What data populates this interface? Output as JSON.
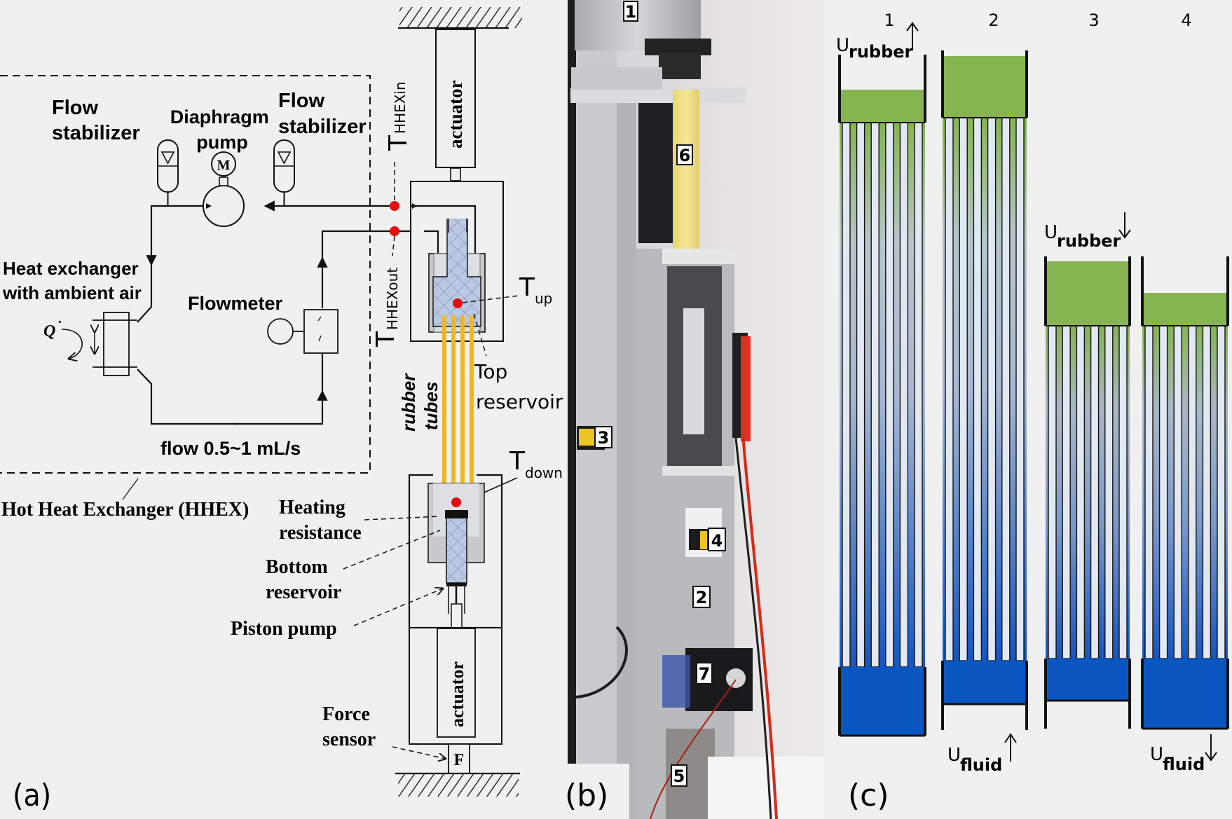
{
  "panel_a": {
    "label": "(a)",
    "flow_stabilizer_left": [
      "Flow",
      "stabilizer"
    ],
    "diaphragm_pump": [
      "Diaphragm",
      "pump"
    ],
    "flow_stabilizer_right": [
      "Flow",
      "stabilizer"
    ],
    "pump_motor_symbol": "M",
    "heat_exchanger": [
      "Heat exchanger",
      "with ambient air"
    ],
    "heat_flow_symbol": "Q",
    "flowmeter": "Flowmeter",
    "flow_rate": "flow 0.5~1 mL/s",
    "hhex": "Hot Heat Exchanger (HHEX)",
    "t_hhex_in": {
      "main": "T",
      "sub": "HHEXin"
    },
    "t_hhex_out": {
      "main": "T",
      "sub": "HHEXout"
    },
    "t_up": {
      "main": "T",
      "sub": "up"
    },
    "t_down": {
      "main": "T",
      "sub": "down"
    },
    "actuator_top": "actuator",
    "actuator_bottom": "actuator",
    "rubber_tubes": [
      "rubber",
      "tubes"
    ],
    "top_reservoir": [
      "Top",
      "reservoir"
    ],
    "heating_resistance": [
      "Heating",
      "resistance"
    ],
    "bottom_reservoir": [
      "Bottom",
      "reservoir"
    ],
    "piston_pump": "Piston pump",
    "force_sensor": [
      "Force",
      "sensor"
    ],
    "force_symbol": "F"
  },
  "panel_b": {
    "label": "(b)",
    "markers": [
      "1",
      "2",
      "3",
      "4",
      "5",
      "6",
      "7"
    ]
  },
  "panel_c": {
    "label": "(c)",
    "stage_numbers": [
      "1",
      "2",
      "3",
      "4"
    ],
    "u_rubber_up": {
      "main": "U",
      "sub": "rubber",
      "arrow": "↑"
    },
    "u_rubber_down": {
      "main": "U",
      "sub": "rubber",
      "arrow": "↓"
    },
    "u_fluid_up": {
      "main": "U",
      "sub": "fluid",
      "arrow": "↑"
    },
    "u_fluid_down": {
      "main": "U",
      "sub": "fluid",
      "arrow": "↓"
    }
  },
  "colors": {
    "background": "#f0f0f0",
    "sensor_dot": "#e01010",
    "rubber_tube": "#f0b820",
    "rubber_green": "#86b450",
    "fluid_blue": "#0a56c0"
  }
}
